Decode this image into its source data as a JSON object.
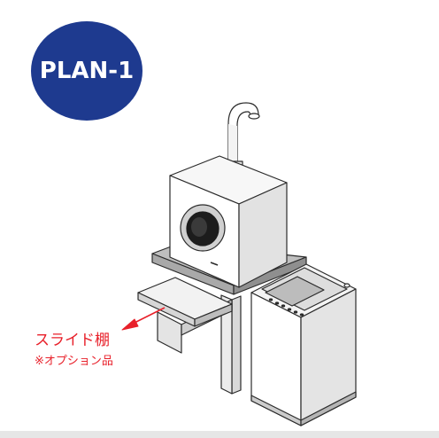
{
  "badge": {
    "text": "PLAN-1",
    "color": "#1e3a8f"
  },
  "callout": {
    "label": "スライド棚",
    "note": "※オプション品",
    "color": "#e8202a"
  },
  "icons": [
    "gas-dryer-illustration",
    "washing-machine-illustration",
    "slide-shelf-illustration",
    "arrow-icon"
  ]
}
